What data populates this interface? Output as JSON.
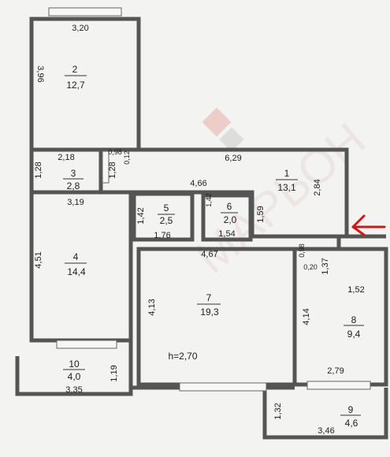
{
  "rooms": [
    {
      "number": "1",
      "area": "13,1"
    },
    {
      "number": "2",
      "area": "12,7"
    },
    {
      "number": "3",
      "area": "2,8"
    },
    {
      "number": "4",
      "area": "14,4"
    },
    {
      "number": "5",
      "area": "2,5"
    },
    {
      "number": "6",
      "area": "2,0"
    },
    {
      "number": "7",
      "area": "19,3"
    },
    {
      "number": "8",
      "area": "9,4"
    },
    {
      "number": "9",
      "area": "4,6"
    },
    {
      "number": "10",
      "area": "4,0"
    }
  ],
  "ceiling_height": "h=2,70",
  "dimensions": {
    "d_3_20": "3,20",
    "d_3_96": "3,96",
    "d_2_18": "2,18",
    "d_1_28a": "1,28",
    "d_1_28b": "1,28",
    "d_0_98": "0,98",
    "d_0_12": "0,12",
    "d_6_29": "6,29",
    "d_2_84": "2,84",
    "d_4_66": "4,66",
    "d_3_19": "3,19",
    "d_1_42a": "1,42",
    "d_1_42b": "1,42",
    "d_1_59": "1,59",
    "d_1_76": "1,76",
    "d_1_54": "1,54",
    "d_4_51": "4,51",
    "d_4_67": "4,67",
    "d_0_98b": "0,98",
    "d_0_20": "0,20",
    "d_1_37": "1,37",
    "d_1_52": "1,52",
    "d_4_13": "4,13",
    "d_4_14": "4,14",
    "d_1_19": "1,19",
    "d_3_35": "3,35",
    "d_2_79": "2,79",
    "d_1_32": "1,32",
    "d_3_46": "3,46"
  },
  "watermark": "МАРЬОН",
  "colors": {
    "watermark": "#d9c2c2",
    "arrow": "#d01818",
    "wall": "#555555"
  }
}
